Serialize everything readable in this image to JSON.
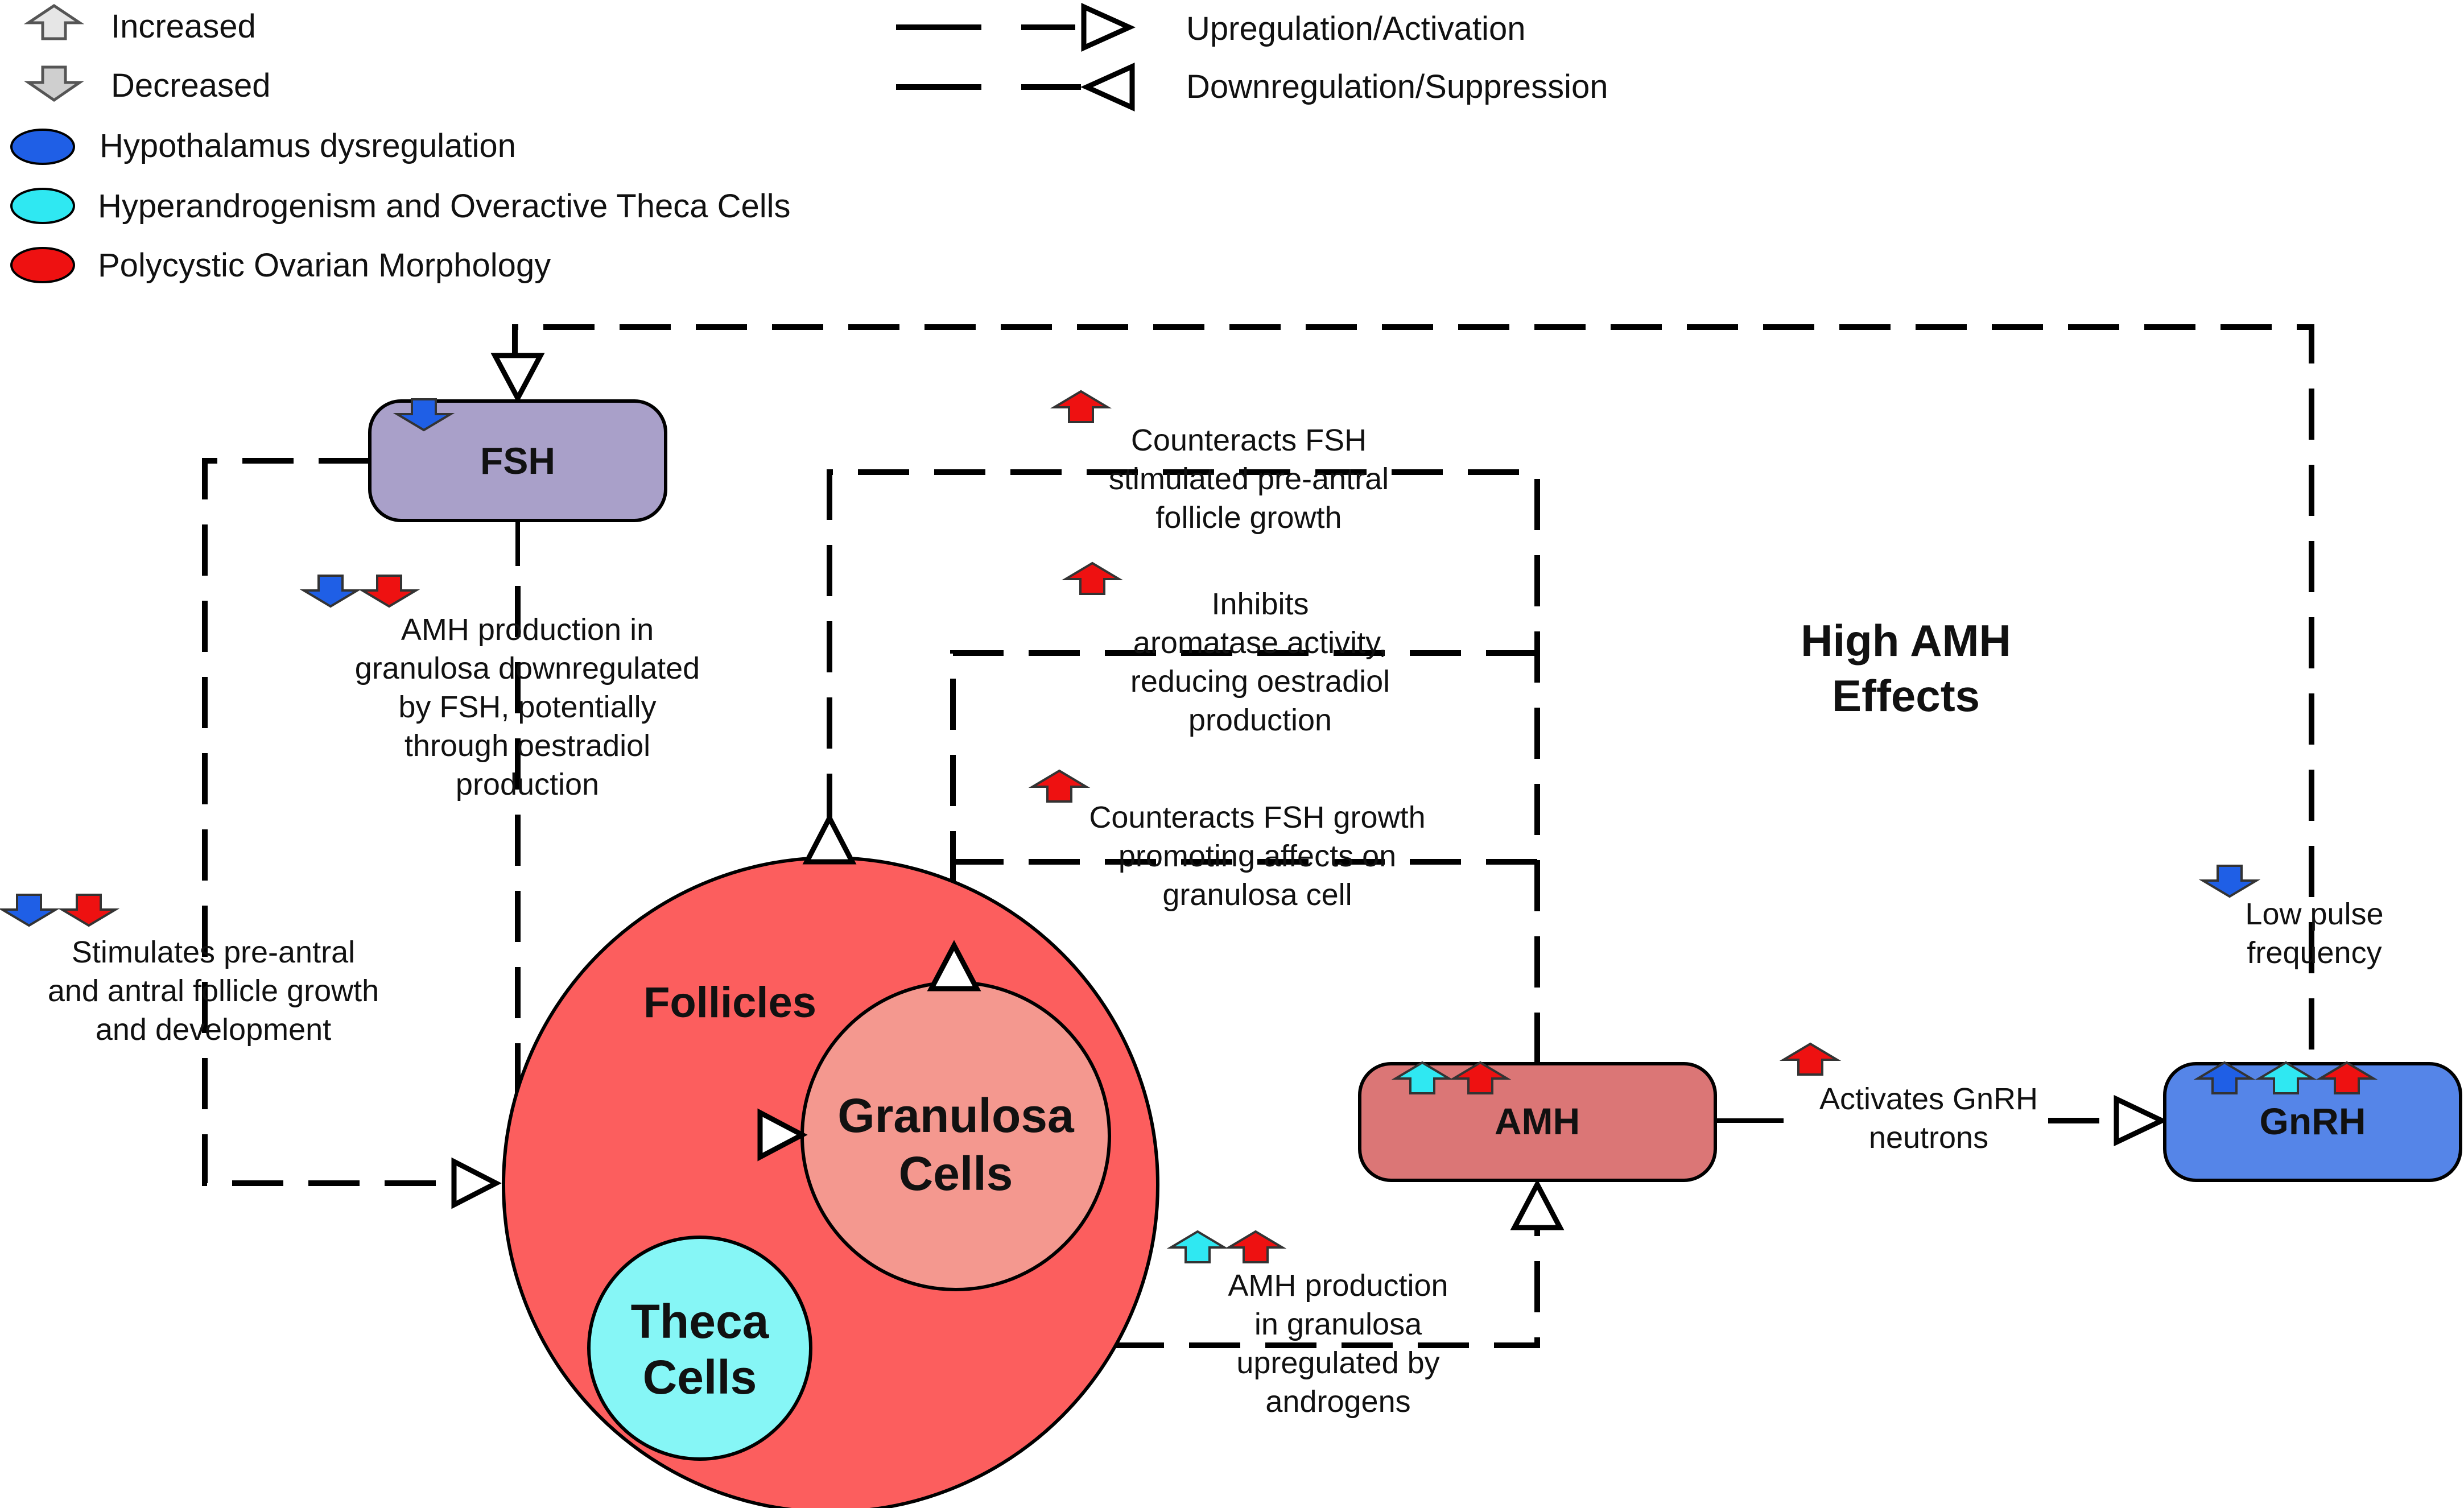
{
  "legend": {
    "increased": "Increased",
    "decreased": "Decreased",
    "hypothalamus": "Hypothalamus dysregulation",
    "hyperandrogenism": "Hyperandrogenism and Overactive Theca Cells",
    "polycystic": "Polycystic Ovarian Morphology",
    "upregulation": "Upregulation/Activation",
    "downregulation": "Downregulation/Suppression"
  },
  "colors": {
    "hypothalamus": "#1f5fe6",
    "hyperandrogenism": "#2fe8f2",
    "polycystic": "#ee1111",
    "fsh_box": "#a9a0c9",
    "amh_box": "#db7676",
    "gnrh_box": "#5585e8",
    "follicles": "#fc5e5e",
    "granulosa": "#f4988f",
    "theca": "#86f6f6"
  },
  "nodes": {
    "fsh": "FSH",
    "amh": "AMH",
    "gnrh": "GnRH",
    "follicles": "Follicles",
    "granulosa": [
      "Granulosa",
      "Cells"
    ],
    "theca": [
      "Theca",
      "Cells"
    ]
  },
  "title": [
    "High AMH",
    "Effects"
  ],
  "annotations": {
    "counteracts_preantral": [
      "Counteracts FSH",
      "stimulated pre-antral",
      "follicle growth"
    ],
    "inhibits_aromatase": [
      "Inhibits",
      "aromatase activity,",
      "reducing oestradiol",
      "production"
    ],
    "counteracts_growth": [
      "Counteracts FSH growth",
      "promoting affects on",
      "granulosa cell"
    ],
    "amh_fsh": [
      "AMH production in",
      "granulosa downregulated",
      "by FSH, potentially",
      "through oestradiol",
      "production"
    ],
    "stimulates": [
      "Stimulates pre-antral",
      "and antral follicle growth",
      "and development"
    ],
    "low_pulse": [
      "Low pulse",
      "frequency"
    ],
    "activates_gnrh": [
      "Activates GnRH",
      "neutrons"
    ],
    "amh_androgens": [
      "AMH production",
      "in granulosa",
      "upregulated by",
      "androgens"
    ]
  },
  "icons": {
    "arrow_up": "arrow-up-icon",
    "arrow_down": "arrow-down-icon",
    "activation": "open-triangle-arrowhead-icon",
    "suppression": "open-triangle-arrowhead-reverse-icon"
  }
}
